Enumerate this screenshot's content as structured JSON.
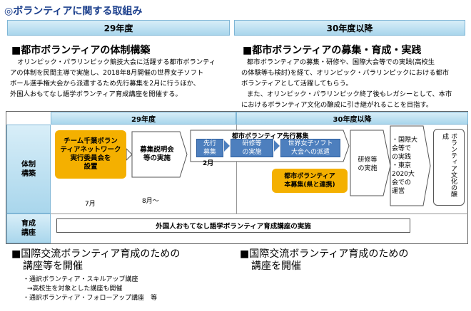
{
  "title": "◎ボランティアに関する取組み",
  "headers": {
    "left": "29年度",
    "right": "30年度以降"
  },
  "left_section": {
    "heading": "■都市ボランティアの体制構築",
    "lines": [
      "オリンピック・パラリンピック競技大会に活躍する都市ボランティ",
      "アの体制を民間主導で実施し、2018年8月開催の世界女子ソフト",
      "ボール選手権大会から派遣するため先行募集を2月に行うほか、",
      "外国人おもてなし語学ボランティア育成講座を開催する。"
    ]
  },
  "right_section": {
    "heading": "■都市ボランティアの募集・育成・実践",
    "lines": [
      "都市ボランティアの募集・研修や、国際大会等での実践(高校生",
      "の体験等も検討)を経て、オリンピック・パラリンピックにおける都市",
      "ボランティアとして活躍してもらう。",
      "また、オリンピック・パラリンピック終了後もレガシーとして、本市",
      "におけるボランティア文化の醸成に引き継がれることを目指す。"
    ]
  },
  "diagram": {
    "year_left": "29年度",
    "year_right": "30年度以降",
    "row1_label": [
      "体制",
      "構築"
    ],
    "row2_label": [
      "育成",
      "講座"
    ],
    "team_box": [
      "チーム千葉ボラン",
      "ティアネットワーク",
      "実行委員会を",
      "設置"
    ],
    "team_month": "7月",
    "briefing_box": [
      "募集説明会",
      "等の実施"
    ],
    "briefing_month": "8月～",
    "advance_title": "都市ボランティア先行募集",
    "advance_recruit": [
      "先行",
      "募集"
    ],
    "advance_month": "2月",
    "training": [
      "研修等",
      "の実施"
    ],
    "dispatch": [
      "世界女子ソフト",
      "大会への派遣"
    ],
    "main_recruit": [
      "都市ボランティア",
      "本募集(県と連携)"
    ],
    "training2": [
      "研修等",
      "の実施"
    ],
    "intl": [
      "・国際大",
      "会等で",
      "の実践",
      "・東京",
      "2020大",
      "会での",
      "運営"
    ],
    "culture": "ボランティア文化の醸成",
    "course": "外国人おもてなし語学ボランティア育成講座の実施"
  },
  "bottom_left": {
    "heading1": "■国際交流ボランティア育成のための",
    "heading2": "講座等を開催",
    "bullets": [
      "・通訳ボランティア・スキルアップ講座",
      "→高校生を対象とした講座も開催",
      "・通訳ボランティア・フォローアップ講座　等"
    ]
  },
  "bottom_right": {
    "heading1": "■国際交流ボランティア育成のための",
    "heading2": "講座を開催"
  }
}
